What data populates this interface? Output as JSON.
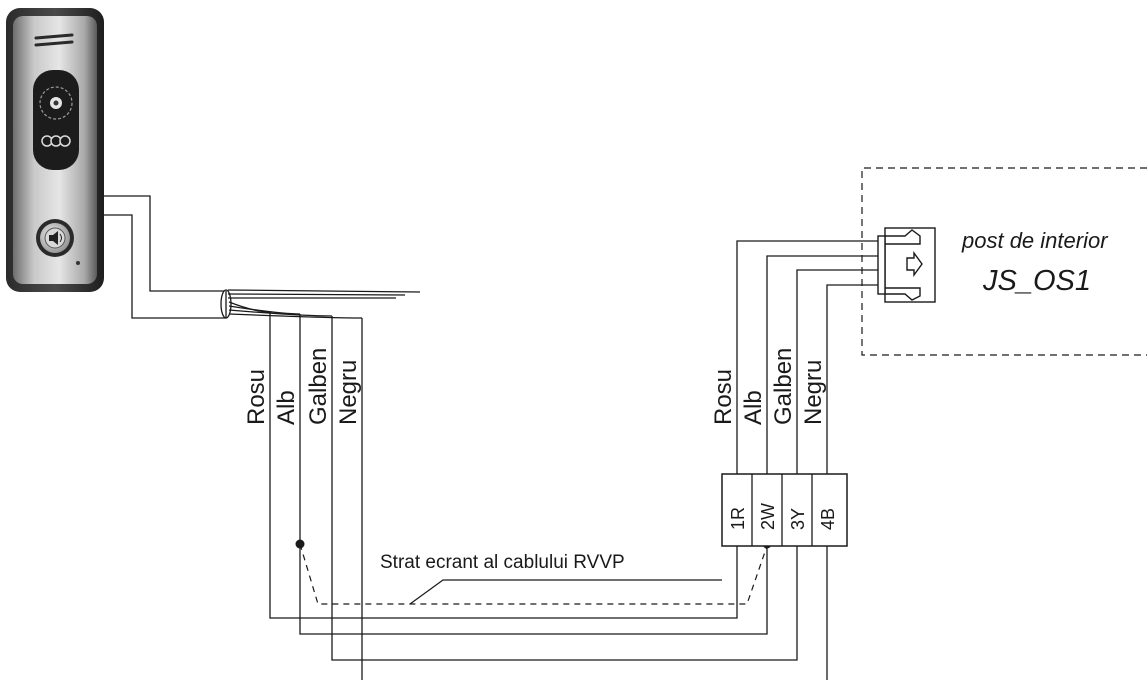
{
  "wire_labels_left": [
    "Rosu",
    "Alb",
    "Galben",
    "Negru"
  ],
  "wire_labels_right": [
    "Rosu",
    "Alb",
    "Galben",
    "Negru"
  ],
  "terminals": [
    "1R",
    "2W",
    "3Y",
    "4B"
  ],
  "shield_note": "Strat ecrant al cablului RVVP",
  "indoor_unit": {
    "caption": "post de interior",
    "model": "JS_OS1"
  }
}
